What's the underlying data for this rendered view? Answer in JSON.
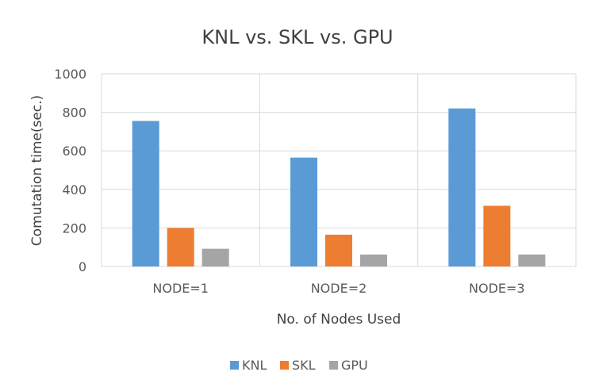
{
  "chart_data": {
    "type": "bar",
    "title": "KNL vs. SKL vs. GPU",
    "xlabel": "No. of Nodes Used",
    "ylabel": "Comutation time(sec.)",
    "categories": [
      "NODE=1",
      "NODE=2",
      "NODE=3"
    ],
    "series": [
      {
        "name": "KNL",
        "color": "#5b9bd5",
        "values": [
          755,
          565,
          820
        ]
      },
      {
        "name": "SKL",
        "color": "#ed7d31",
        "values": [
          200,
          165,
          315
        ]
      },
      {
        "name": "GPU",
        "color": "#a5a5a5",
        "values": [
          92,
          62,
          62
        ]
      }
    ],
    "ylim": [
      0,
      1000
    ],
    "yticks": [
      "0",
      "200",
      "400",
      "600",
      "800",
      "1000"
    ],
    "grid": true,
    "category_separators": true,
    "legend_position": "bottom"
  }
}
